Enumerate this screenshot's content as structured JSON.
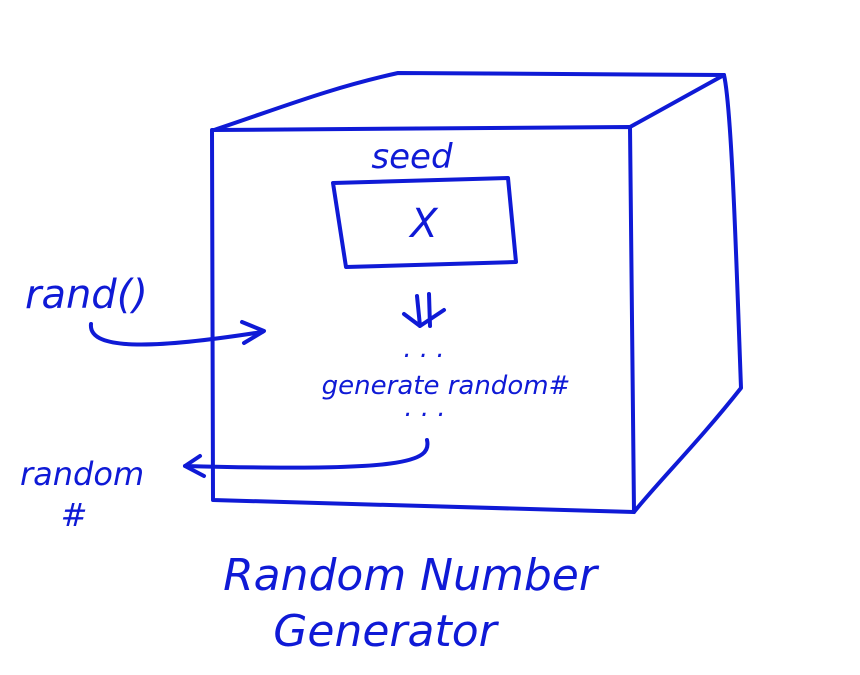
{
  "colors": {
    "ink": "#0f1ad6",
    "background": "#ffffff"
  },
  "box": {
    "seed_label": "seed",
    "seed_value": "X",
    "dots_top": ". . .",
    "process_label": "generate random#",
    "dots_bottom": ". . ."
  },
  "input": {
    "label": "rand()"
  },
  "output": {
    "label_line1": "random",
    "label_line2": "#"
  },
  "caption": {
    "line1": "Random Number",
    "line2": "Generator"
  }
}
